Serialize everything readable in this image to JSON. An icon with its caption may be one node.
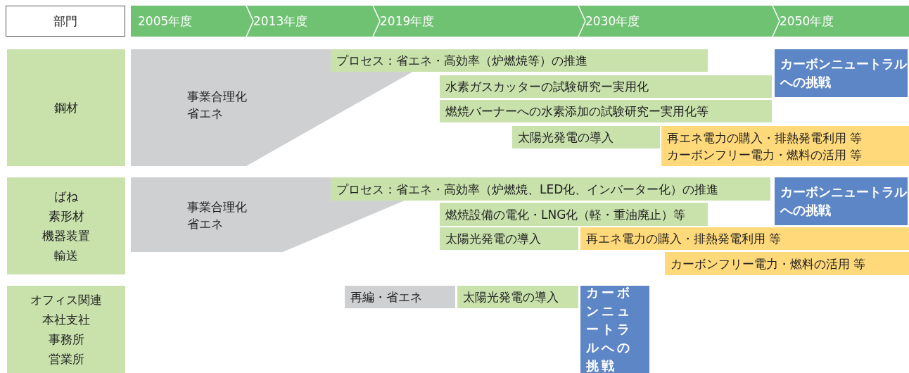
{
  "diagram": {
    "nodes": [
      {
        "text": [
          "部門"
        ]
      },
      {
        "text": [
          "2005年度"
        ]
      },
      {
        "text": [
          "2013年度"
        ]
      },
      {
        "text": [
          "2019年度"
        ]
      },
      {
        "text": [
          "2030年度"
        ]
      },
      {
        "text": [
          "2050年度"
        ]
      },
      {
        "text": [
          "鋼材"
        ]
      },
      {
        "text": [
          "事業合理化",
          "省エネ"
        ]
      },
      {
        "text": [
          "プロセス：省エネ・高効率（炉燃焼等）の推進"
        ]
      },
      {
        "text": [
          "水素ガスカッターの試験研究ー実用化"
        ]
      },
      {
        "text": [
          "燃焼バーナーへの水素添加の試験研究ー実用化等"
        ]
      },
      {
        "text": [
          "カーボンニュートラルへの挑戦"
        ]
      },
      {
        "text": [
          "太陽光発電の導入"
        ]
      },
      {
        "text": [
          "再エネ電力の購入・排熱発電利用 等",
          "カーボンフリー電力・燃料の活用 等"
        ]
      },
      {
        "text": [
          "ばね",
          "素形材",
          "機器装置",
          "輸送"
        ]
      },
      {
        "text": [
          "事業合理化",
          "省エネ"
        ]
      },
      {
        "text": [
          "プロセス：省エネ・高効率（炉燃焼、LED化、インバーター化）の推進"
        ]
      },
      {
        "text": [
          "カーボンニュートラルへの挑戦"
        ]
      },
      {
        "text": [
          "燃焼設備の電化・LNG化（軽・重油廃止）等"
        ]
      },
      {
        "text": [
          "太陽光発電の導入"
        ]
      },
      {
        "text": [
          "再エネ電力の購入・排熱発電利用 等"
        ]
      },
      {
        "text": [
          "カーボンフリー電力・燃料の活用 等"
        ]
      },
      {
        "text": [
          "オフィス関連",
          "本社支社",
          "事務所",
          "営業所"
        ]
      },
      {
        "text": [
          "再編・省エネ"
        ]
      },
      {
        "text": [
          "太陽光発電の導入"
        ]
      },
      {
        "text": [
          "カーボンニュートラルへの挑戦"
        ]
      }
    ],
    "edges": []
  }
}
